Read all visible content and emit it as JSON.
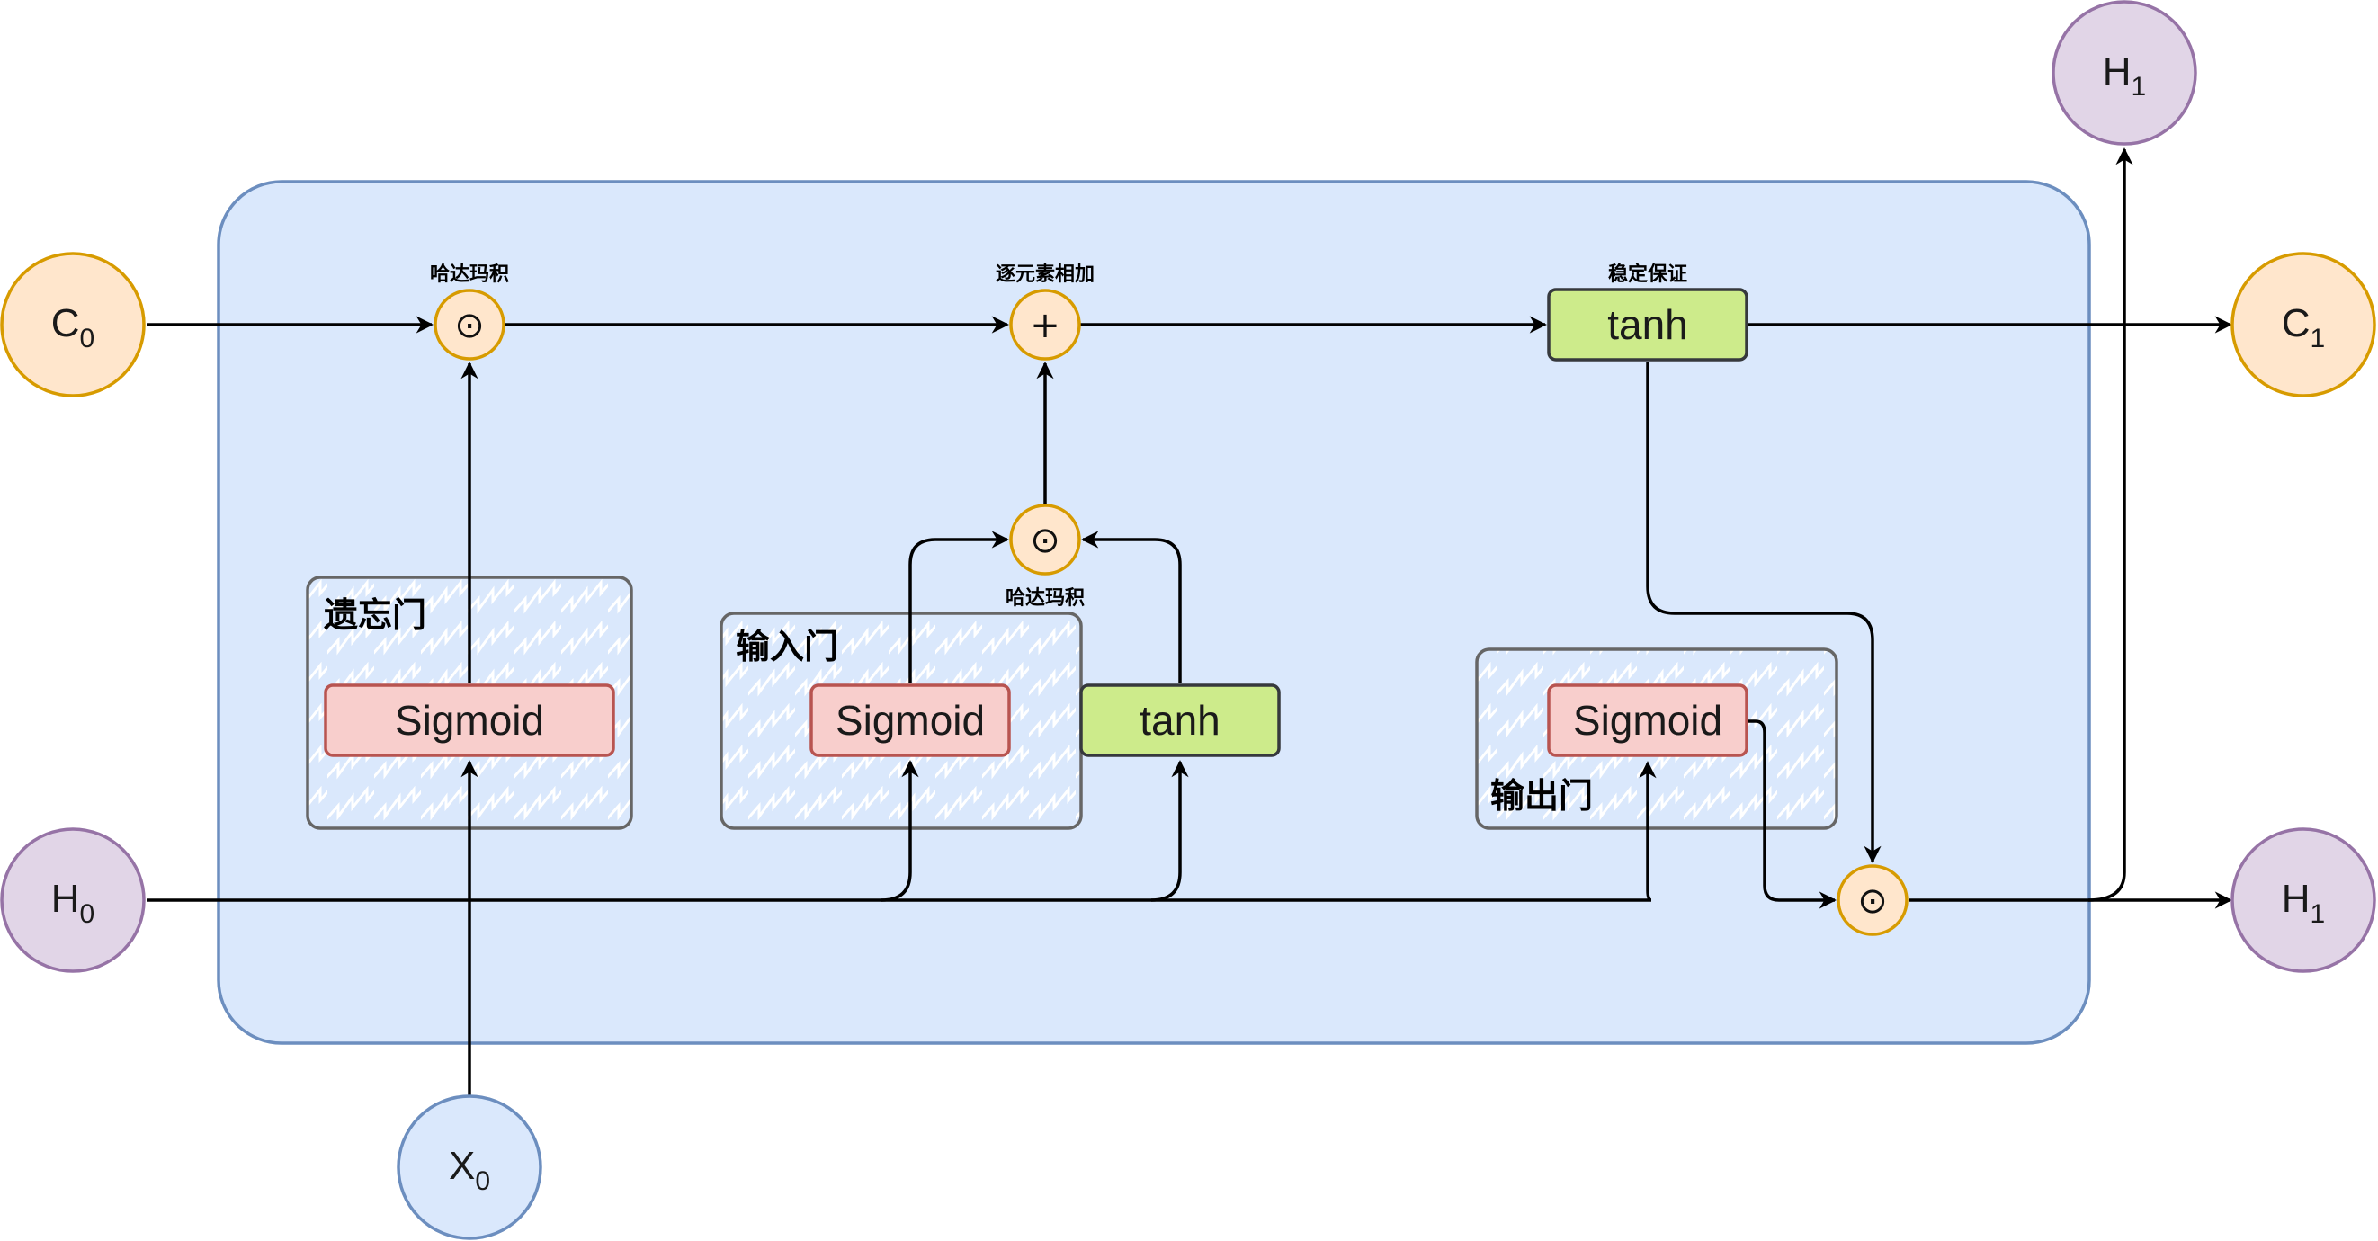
{
  "colors": {
    "cell_fill": "#dae8fc",
    "cell_stroke": "#6c8ebf",
    "c_node_fill": "#ffe6cc",
    "c_node_stroke": "#d79b00",
    "h_node_fill": "#e1d5e7",
    "h_node_stroke": "#9673a6",
    "x_node_fill": "#dae8fc",
    "x_node_stroke": "#6c8ebf",
    "sigmoid_fill": "#f8cecc",
    "sigmoid_stroke": "#b85450",
    "tanh_fill": "#cdeb8b",
    "tanh_stroke": "#36393d",
    "op_fill": "#ffe6cc",
    "op_stroke": "#d79b00",
    "gate_frame_stroke": "#666666"
  },
  "nodes": {
    "c0": {
      "main": "C",
      "sub": "0"
    },
    "h0": {
      "main": "H",
      "sub": "0"
    },
    "x0": {
      "main": "X",
      "sub": "0"
    },
    "c1": {
      "main": "C",
      "sub": "1"
    },
    "h1_right": {
      "main": "H",
      "sub": "1"
    },
    "h1_top": {
      "main": "H",
      "sub": "1"
    }
  },
  "gates": {
    "forget": {
      "title": "遗忘门",
      "activation": "Sigmoid"
    },
    "input": {
      "title": "输入门",
      "activation": "Sigmoid",
      "candidate": "tanh"
    },
    "output": {
      "title": "输出门",
      "activation": "Sigmoid"
    }
  },
  "operations": {
    "forget_product": {
      "symbol": "⊙",
      "caption": "哈达玛积"
    },
    "cell_add": {
      "symbol": "+",
      "caption": "逐元素相加"
    },
    "input_product": {
      "symbol": "⊙",
      "caption": "哈达玛积"
    },
    "output_product": {
      "symbol": "⊙"
    },
    "cell_tanh": {
      "label": "tanh",
      "caption": "稳定保证"
    }
  },
  "icons": {
    "hadamard": "circled-dot-operator-icon",
    "add": "plus-operator-icon",
    "arrowhead": "arrowhead-icon"
  }
}
